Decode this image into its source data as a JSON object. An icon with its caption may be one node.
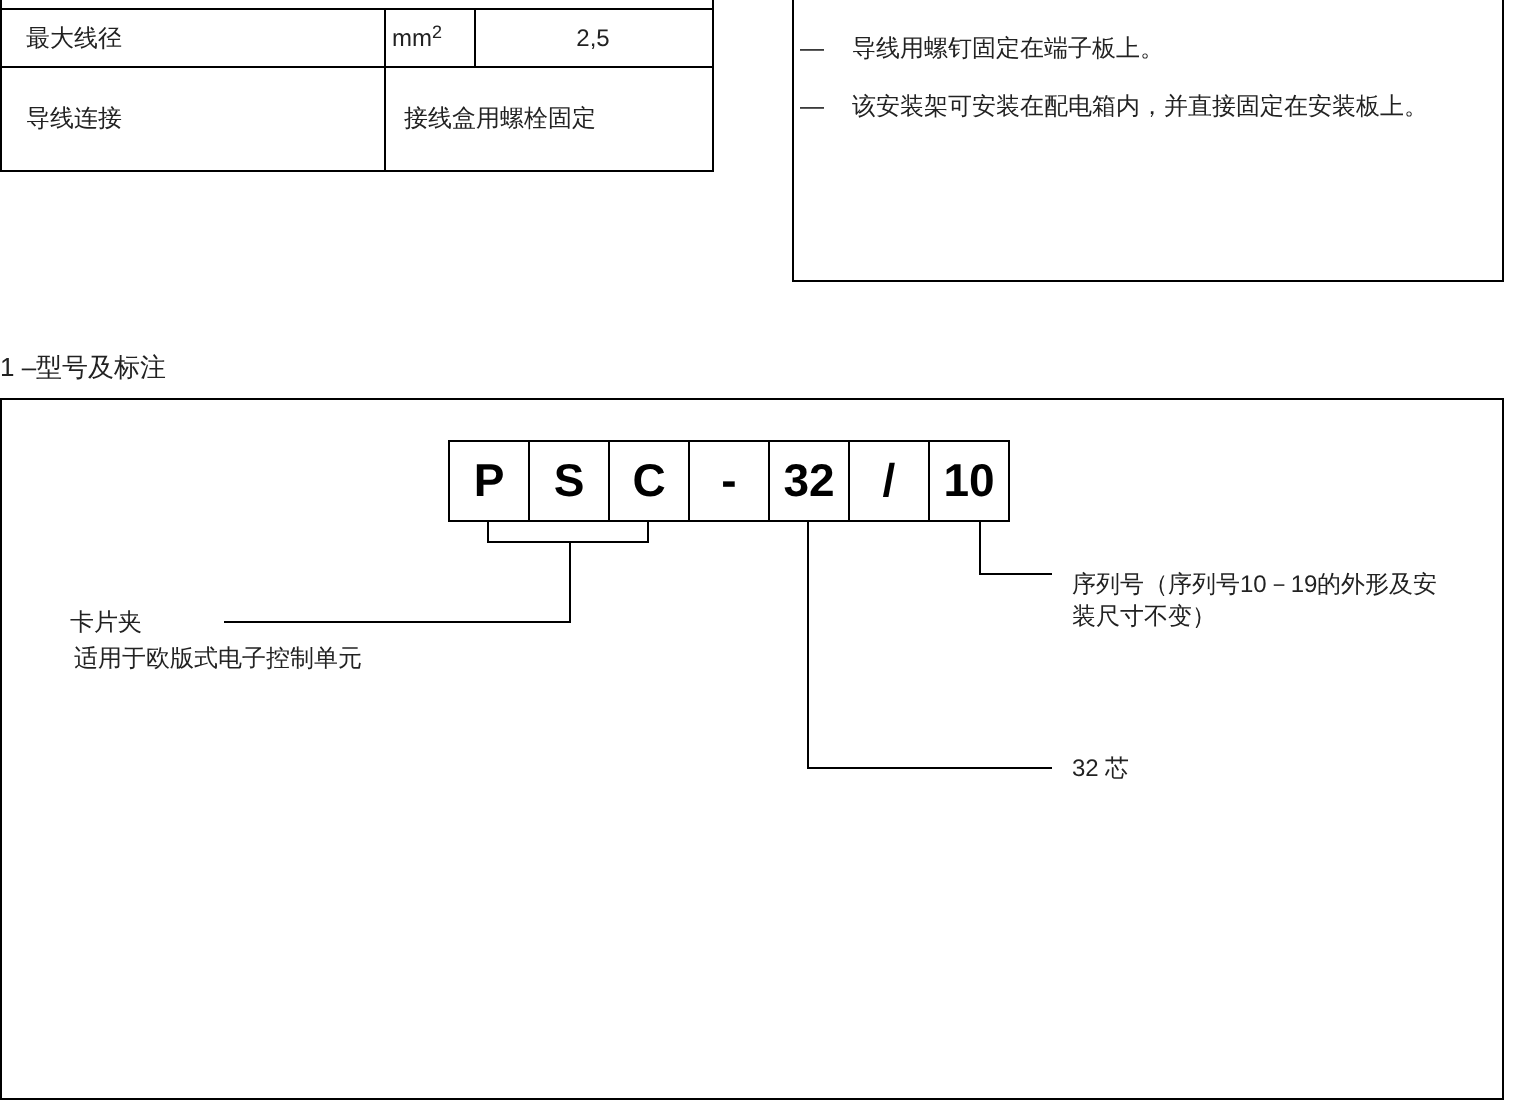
{
  "diagram": {
    "nodes": [
      {
        "text": [
          "P"
        ]
      },
      {
        "text": [
          "S"
        ]
      },
      {
        "text": [
          "C"
        ]
      },
      {
        "text": [
          "-"
        ]
      },
      {
        "text": [
          "32"
        ]
      },
      {
        "text": [
          "/"
        ]
      },
      {
        "text": [
          "10"
        ]
      },
      {
        "text": [
          "卡片夹"
        ],
        "beside": [
          "适用于欧版式电子控制单元"
        ]
      },
      {
        "text": [
          "序列号（序列号10－19的外形及安装尺寸不变）"
        ]
      },
      {
        "text": [
          "32 芯"
        ]
      }
    ],
    "edges": [
      {
        "from": 0,
        "to": 7,
        "arrow": "none"
      },
      {
        "from": 2,
        "to": 7,
        "arrow": "none"
      },
      {
        "from": 6,
        "to": 8,
        "arrow": "none"
      },
      {
        "from": 4,
        "to": 9,
        "arrow": "none"
      }
    ],
    "labels": [
      "最大线径",
      "mm$^{2}$",
      "2,5",
      "导线连接",
      "接线盒用螺栓固定",
      "—",
      "导线用螺钉固定在端子板上。",
      "—",
      "该安装架可安装在配电箱内，并直接固定在安装板上。",
      "1 –型号及标注"
    ]
  }
}
